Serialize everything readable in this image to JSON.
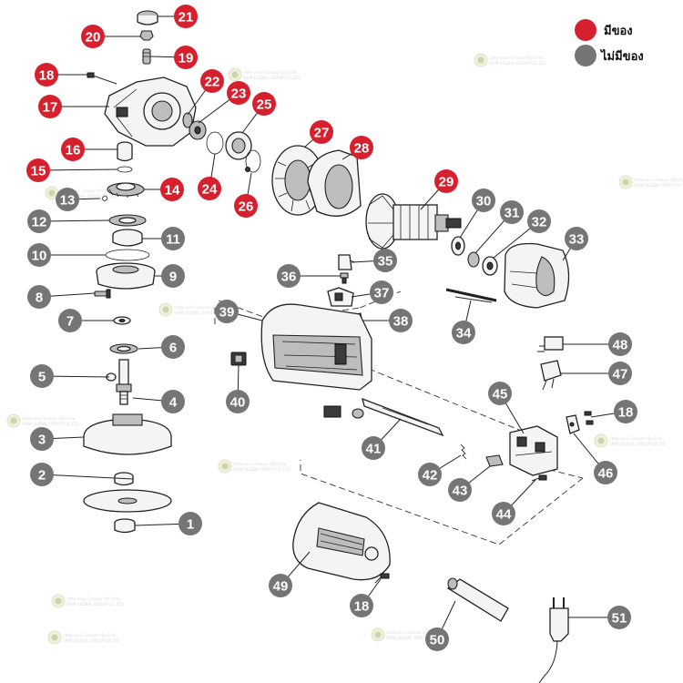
{
  "legend": [
    {
      "label": "มีของ",
      "color": "#d7202e"
    },
    {
      "label": "ไม่มีของ",
      "color": "#757575"
    }
  ],
  "colors": {
    "available": "#d7202e",
    "unavailable": "#757575"
  },
  "watermark": {
    "line1": "บริษัท สยาม โกลบอล กรุ๊ป จำกัด",
    "line2": "SIAM GLOBAL GROUP CO.,LTD."
  },
  "badges": [
    {
      "id": "1",
      "status": "unavailable"
    },
    {
      "id": "2",
      "status": "unavailable"
    },
    {
      "id": "3",
      "status": "unavailable"
    },
    {
      "id": "4",
      "status": "unavailable"
    },
    {
      "id": "5",
      "status": "unavailable"
    },
    {
      "id": "6",
      "status": "unavailable"
    },
    {
      "id": "7",
      "status": "unavailable"
    },
    {
      "id": "8",
      "status": "unavailable"
    },
    {
      "id": "9",
      "status": "unavailable"
    },
    {
      "id": "10",
      "status": "unavailable"
    },
    {
      "id": "11",
      "status": "unavailable"
    },
    {
      "id": "12",
      "status": "unavailable"
    },
    {
      "id": "13",
      "status": "unavailable"
    },
    {
      "id": "14",
      "status": "available"
    },
    {
      "id": "15",
      "status": "available"
    },
    {
      "id": "16",
      "status": "available"
    },
    {
      "id": "17",
      "status": "available"
    },
    {
      "id": "18",
      "status": "available"
    },
    {
      "id": "19",
      "status": "available"
    },
    {
      "id": "20",
      "status": "available"
    },
    {
      "id": "21",
      "status": "available"
    },
    {
      "id": "22",
      "status": "available"
    },
    {
      "id": "23",
      "status": "available"
    },
    {
      "id": "24",
      "status": "available"
    },
    {
      "id": "25",
      "status": "available"
    },
    {
      "id": "26",
      "status": "available"
    },
    {
      "id": "27",
      "status": "available"
    },
    {
      "id": "28",
      "status": "available"
    },
    {
      "id": "29",
      "status": "available"
    },
    {
      "id": "30",
      "status": "unavailable"
    },
    {
      "id": "31",
      "status": "unavailable"
    },
    {
      "id": "32",
      "status": "unavailable"
    },
    {
      "id": "33",
      "status": "unavailable"
    },
    {
      "id": "34",
      "status": "unavailable"
    },
    {
      "id": "35",
      "status": "unavailable"
    },
    {
      "id": "36",
      "status": "unavailable"
    },
    {
      "id": "37",
      "status": "unavailable"
    },
    {
      "id": "38",
      "status": "unavailable"
    },
    {
      "id": "39",
      "status": "unavailable"
    },
    {
      "id": "40",
      "status": "unavailable"
    },
    {
      "id": "41",
      "status": "unavailable"
    },
    {
      "id": "42",
      "status": "unavailable"
    },
    {
      "id": "43",
      "status": "unavailable"
    },
    {
      "id": "44",
      "status": "unavailable"
    },
    {
      "id": "45",
      "status": "unavailable"
    },
    {
      "id": "46",
      "status": "unavailable"
    },
    {
      "id": "47",
      "status": "unavailable"
    },
    {
      "id": "48",
      "status": "unavailable"
    },
    {
      "id": "18",
      "status": "unavailable"
    },
    {
      "id": "49",
      "status": "unavailable"
    },
    {
      "id": "18",
      "status": "unavailable"
    },
    {
      "id": "50",
      "status": "unavailable"
    },
    {
      "id": "51",
      "status": "unavailable"
    }
  ]
}
